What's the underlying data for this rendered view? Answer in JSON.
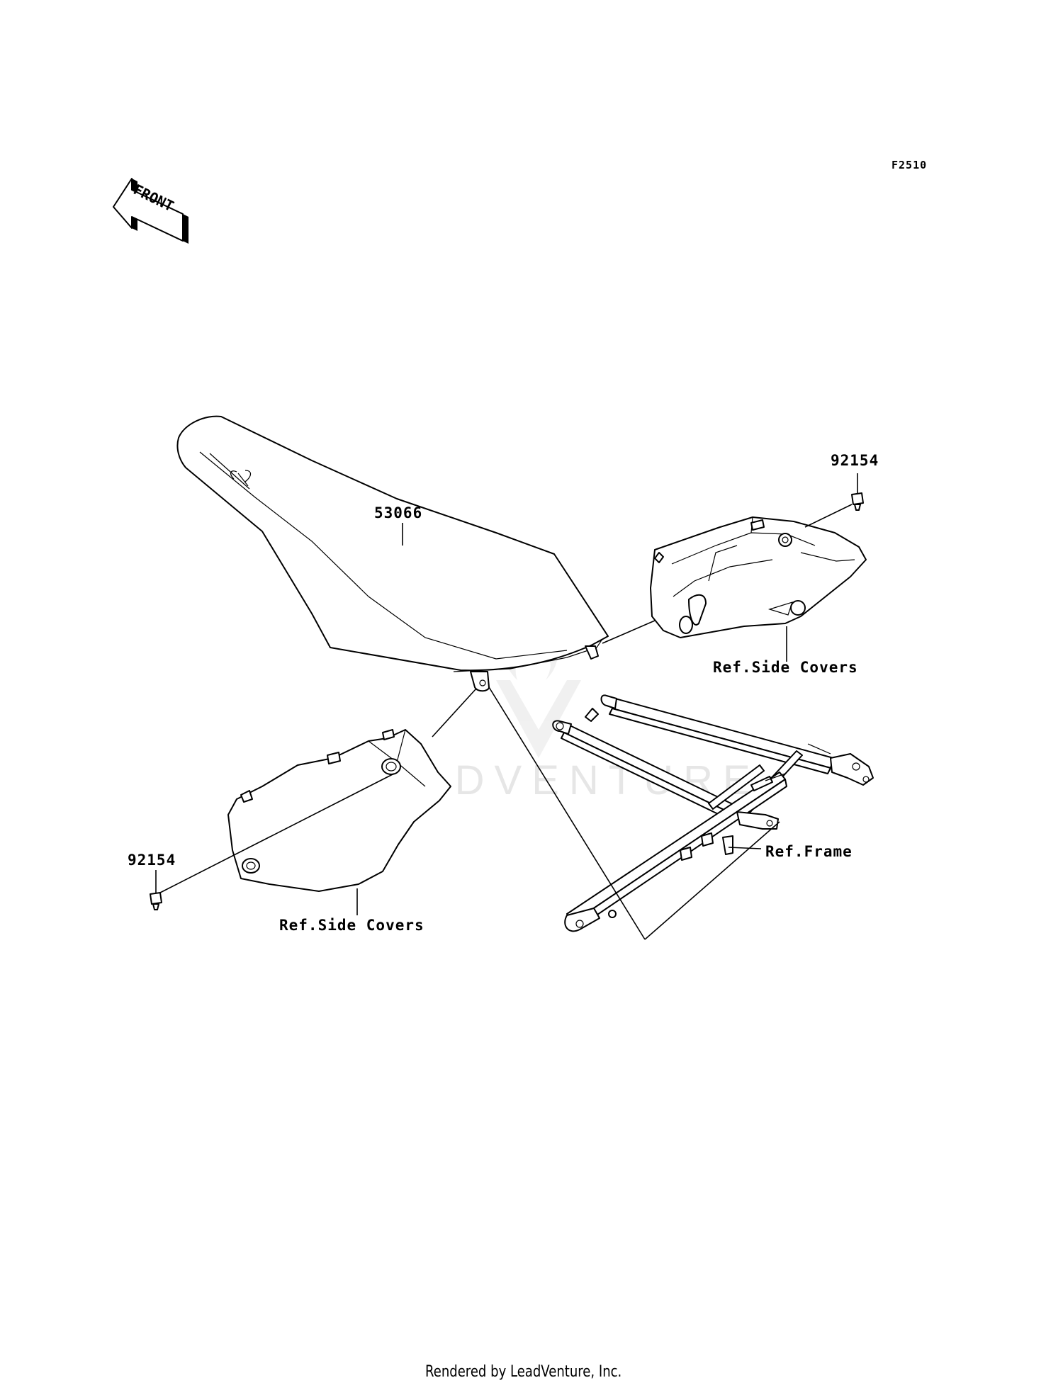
{
  "diagram": {
    "code": "F2510",
    "front_arrow_text": "FRONT",
    "watermark_text": "LEADVENTURE",
    "footer": "Rendered by LeadVenture, Inc.",
    "callouts": {
      "seat": "53066",
      "bolt_right": "92154",
      "bolt_left": "92154",
      "side_cover_right": "Ref.Side Covers",
      "side_cover_left": "Ref.Side Covers",
      "frame": "Ref.Frame"
    }
  }
}
